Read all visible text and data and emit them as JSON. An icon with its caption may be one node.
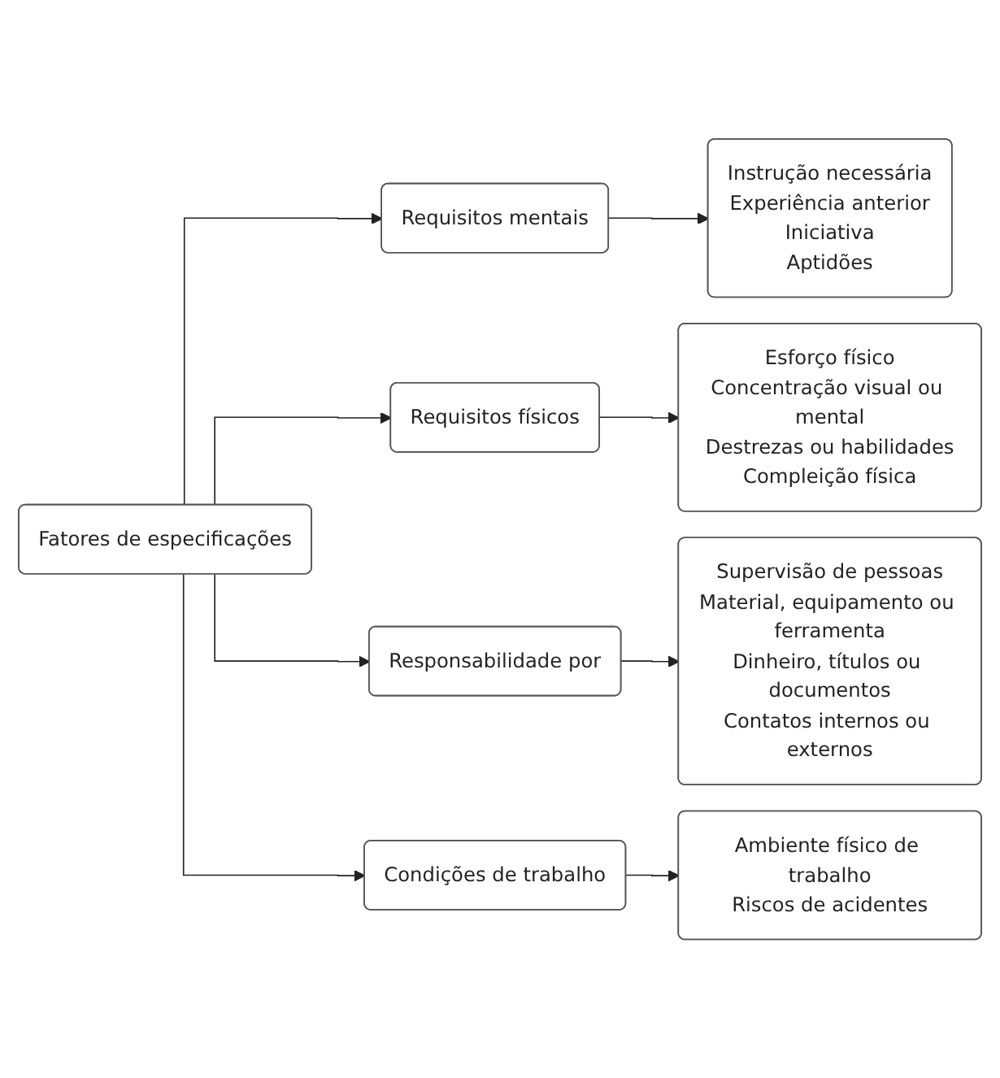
{
  "diagram": {
    "nodes": [
      {
        "text": [
          "Fatores de especificações"
        ]
      },
      {
        "text": [
          "Requisitos mentais"
        ]
      },
      {
        "text": [
          "Instrução necessária",
          "Experiência anterior",
          "Iniciativa",
          "Aptidões"
        ]
      },
      {
        "text": [
          "Requisitos físicos"
        ]
      },
      {
        "text": [
          "Esforço físico",
          "Concentração visual ou mental",
          "Destrezas ou habilidades",
          "Compleição física"
        ]
      },
      {
        "text": [
          "Responsabilidade por"
        ]
      },
      {
        "text": [
          "Supervisão de pessoas",
          "Material, equipamento ou ferramenta",
          "Dinheiro, títulos ou documentos",
          "Contatos internos ou externos"
        ]
      },
      {
        "text": [
          "Condições de trabalho"
        ]
      },
      {
        "text": [
          "Ambiente físico de trabalho",
          "Riscos de acidentes"
        ]
      }
    ],
    "edges": [
      {
        "from": 0,
        "to": 1,
        "arrow": "to"
      },
      {
        "from": 0,
        "to": 3,
        "arrow": "to"
      },
      {
        "from": 0,
        "to": 5,
        "arrow": "to"
      },
      {
        "from": 0,
        "to": 7,
        "arrow": "to"
      },
      {
        "from": 1,
        "to": 2,
        "arrow": "to"
      },
      {
        "from": 3,
        "to": 4,
        "arrow": "to"
      },
      {
        "from": 5,
        "to": 6,
        "arrow": "to"
      },
      {
        "from": 7,
        "to": 8,
        "arrow": "to"
      }
    ]
  }
}
